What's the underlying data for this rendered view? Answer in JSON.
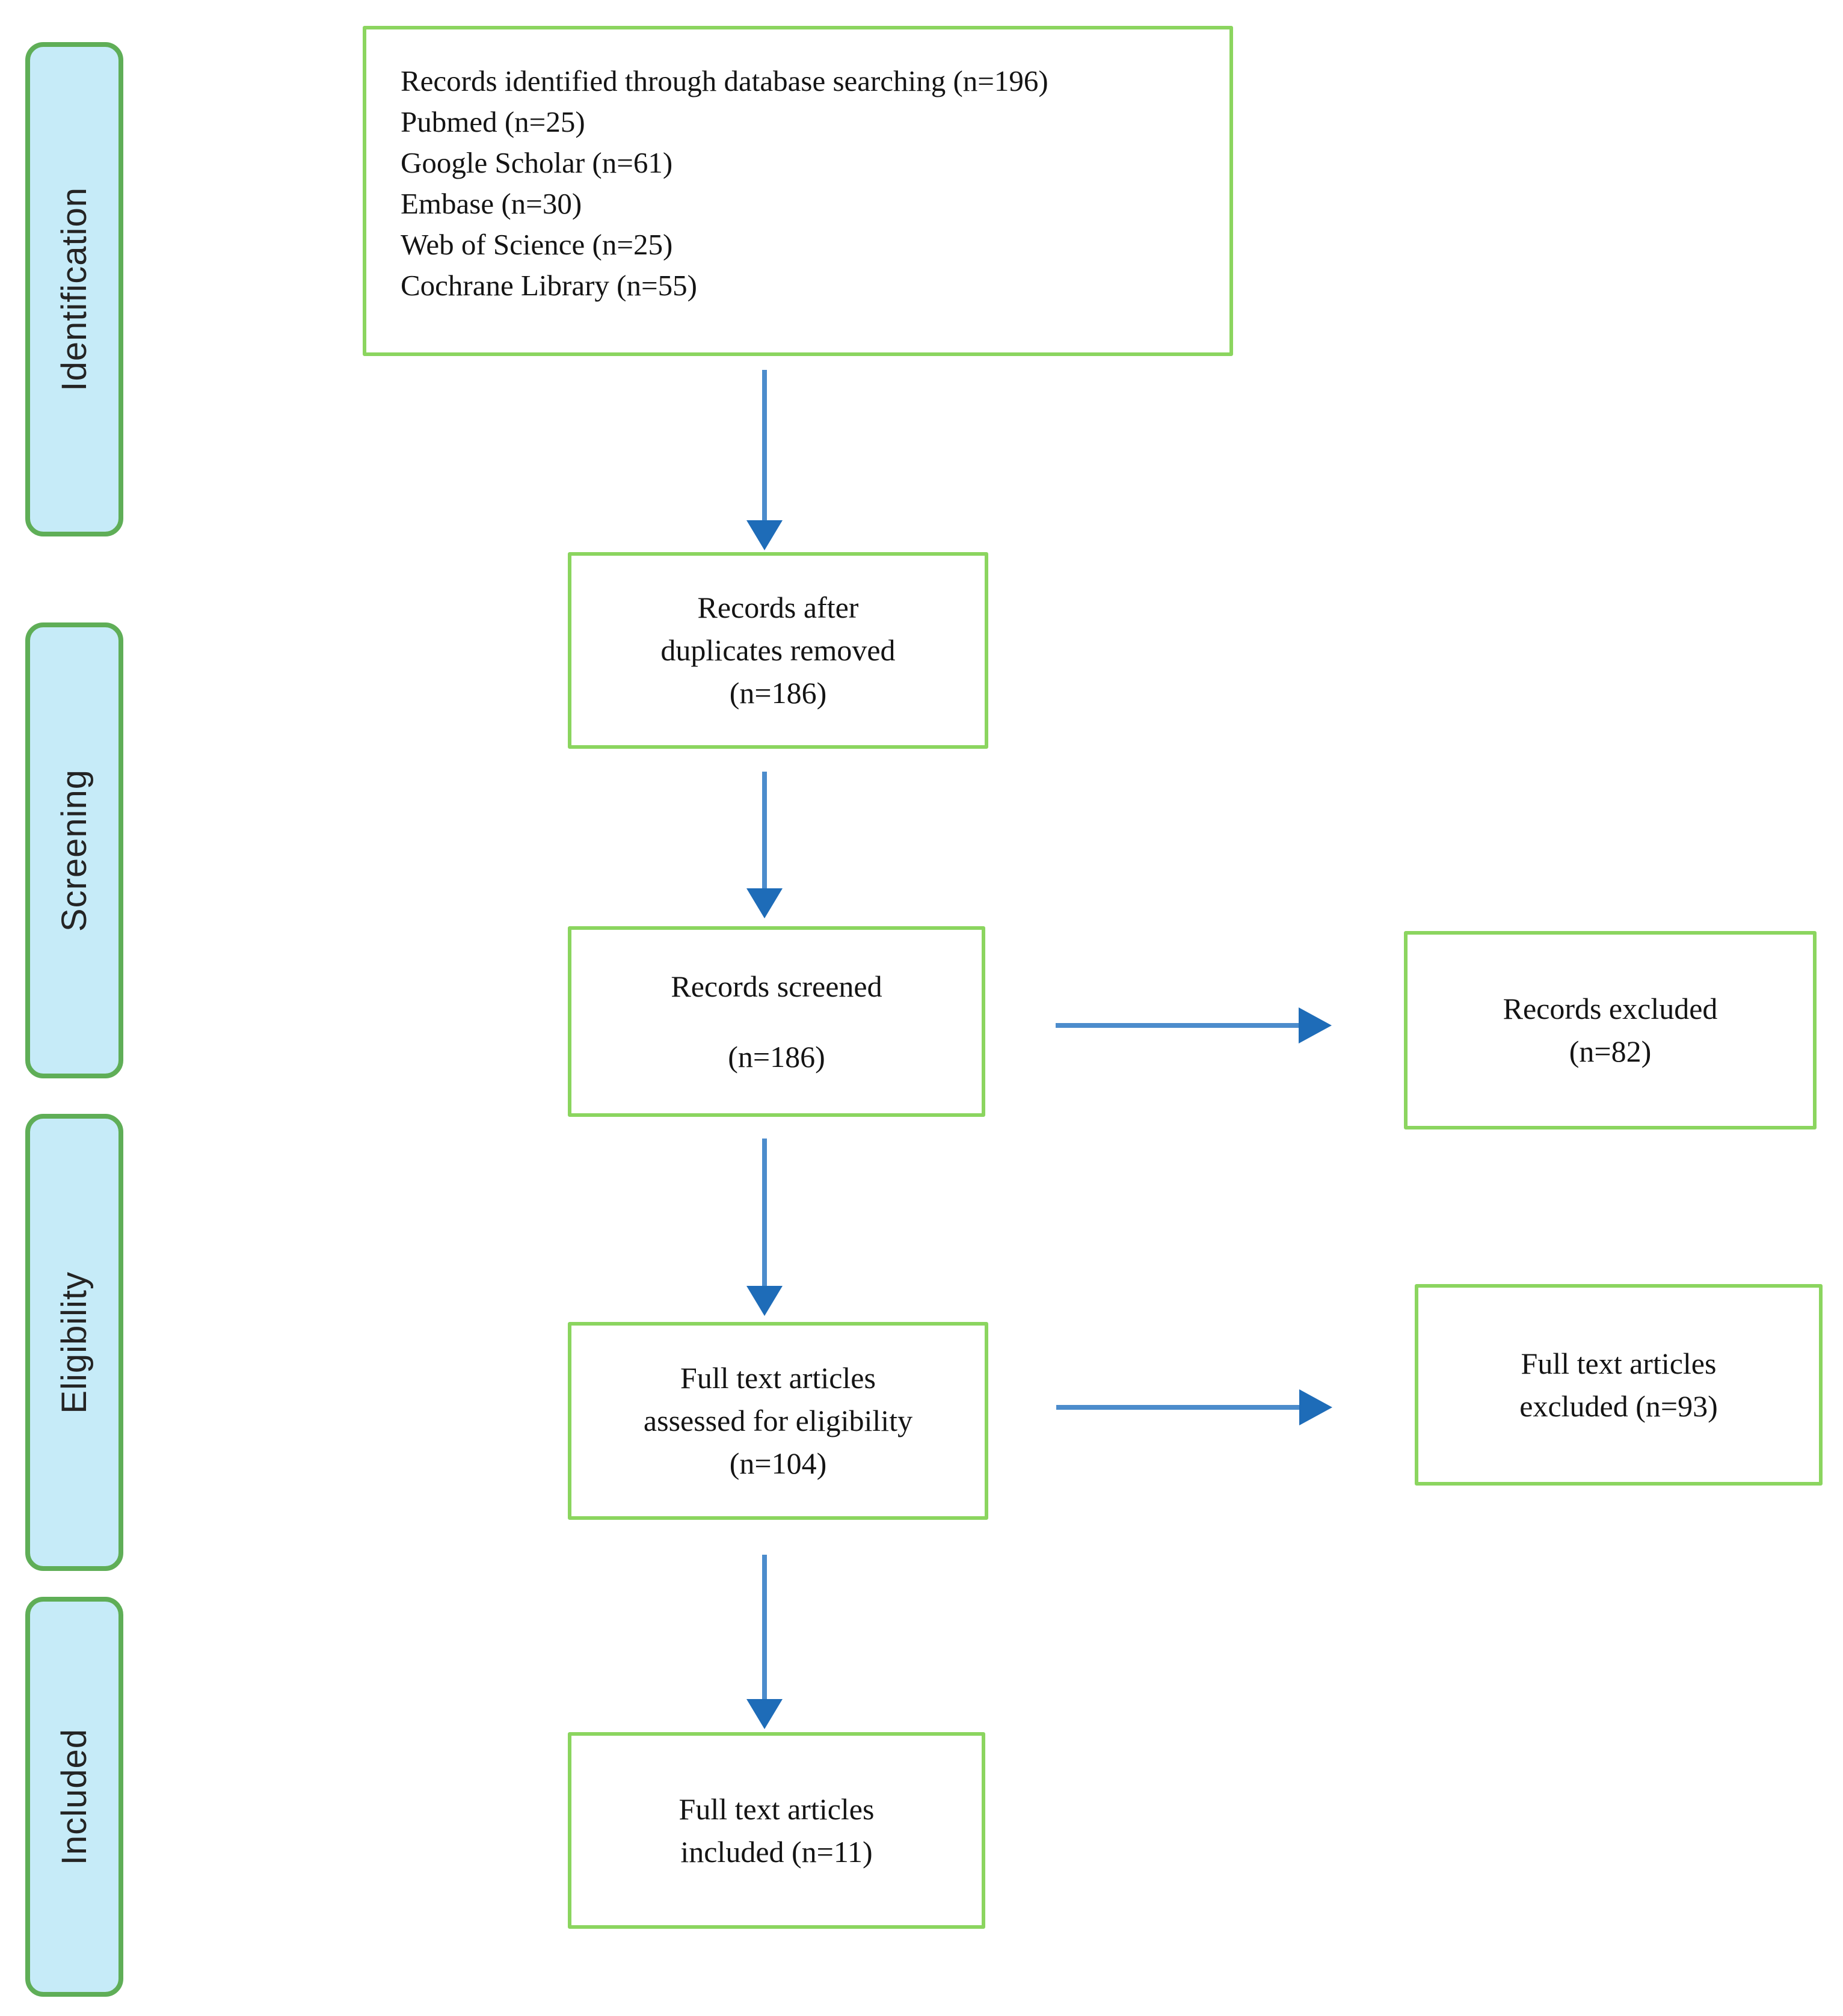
{
  "figure_type": "prisma-flow-diagram",
  "colors": {
    "flow_box_border_green": "#8bd55f",
    "stage_label_border_green": "#5fae57",
    "stage_label_fill_blue": "#c6ebf8",
    "arrow_line_blue": "#4c8ccc",
    "arrow_head_blue": "#1e6cb8",
    "text_color": "#141414",
    "background": "#ffffff"
  },
  "sidebar": {
    "labels": [
      {
        "label": "Identification"
      },
      {
        "label": "Screening"
      },
      {
        "label": "Eligibility"
      },
      {
        "label": "Included"
      }
    ]
  },
  "flow": {
    "identification_box": {
      "lines": [
        "Records identified through database searching (n=196)",
        "Pubmed (n=25)",
        "Google Scholar (n=61)",
        "Embase (n=30)",
        "Web of Science (n=25)",
        "Cochrane Library (n=55)"
      ]
    },
    "duplicates_box": {
      "lines": [
        "Records after",
        "duplicates removed",
        "(n=186)"
      ]
    },
    "screened_box": {
      "lines": [
        "Records screened",
        "(n=186)"
      ]
    },
    "records_excluded_box": {
      "lines": [
        "Records excluded",
        "(n=82)"
      ]
    },
    "assessed_box": {
      "lines": [
        "Full text articles",
        "assessed for eligibility",
        "(n=104)"
      ]
    },
    "fulltext_excluded_box": {
      "lines": [
        "Full text articles",
        "excluded (n=93)"
      ]
    },
    "included_box": {
      "lines": [
        "Full text articles",
        "included (n=11)"
      ]
    }
  }
}
